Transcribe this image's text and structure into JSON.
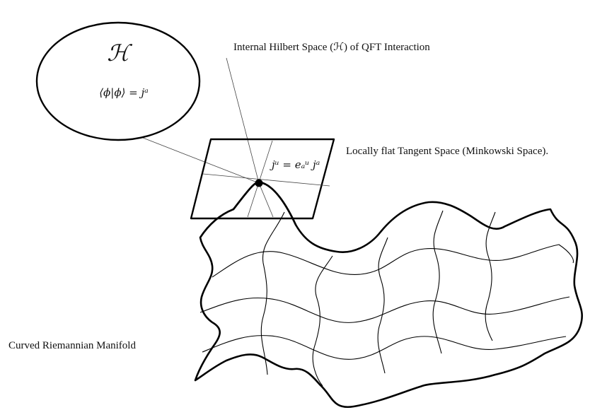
{
  "labels": {
    "hilbert_space": "Internal Hilbert Space (ℋ) of QFT Interaction",
    "tangent_space": "Locally flat Tangent Space (Minkowski Space).",
    "manifold": "Curved Riemannian Manifold"
  },
  "hilbert_bubble": {
    "symbol": "ℋ",
    "equation": "⟨ϕ|ϕ⟩ = jᵃ"
  },
  "tangent_plane": {
    "equation": "jᵘ = eₐᵘ jᵃ"
  }
}
